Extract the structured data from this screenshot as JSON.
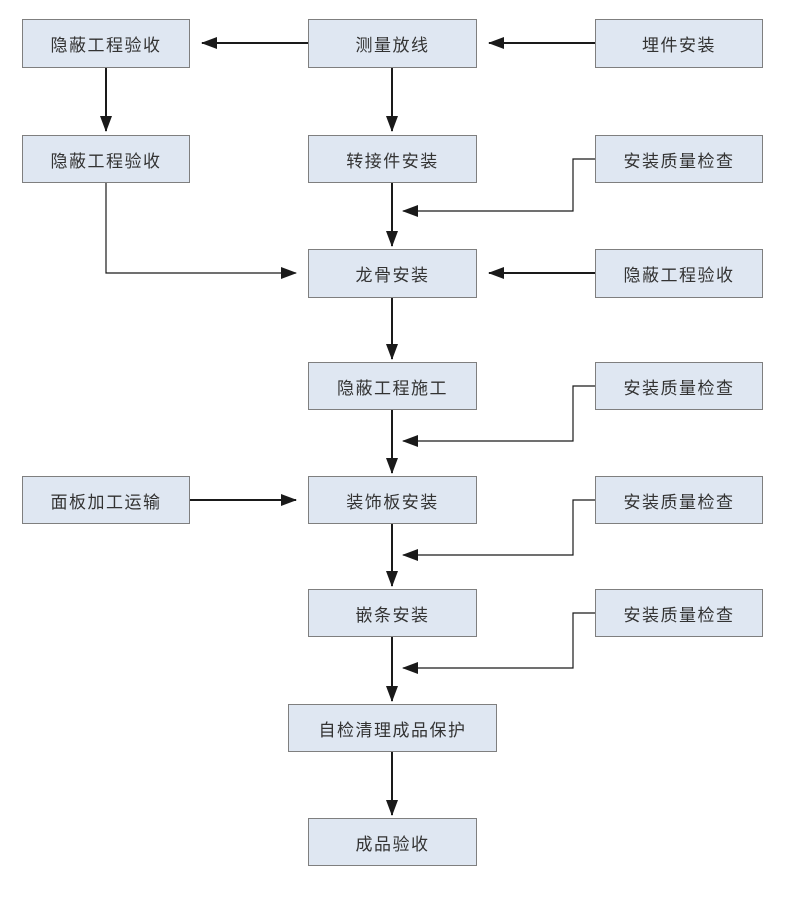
{
  "diagram": {
    "type": "flowchart",
    "background": "#ffffff",
    "colors": {
      "node_fill": "#dfe7f2",
      "node_border": "#7f7f7f",
      "arrow": "#1a1a1a",
      "text": "#333333"
    },
    "nodes": [
      {
        "id": "n1",
        "label": "隐蔽工程验收"
      },
      {
        "id": "n2",
        "label": "测量放线"
      },
      {
        "id": "n3",
        "label": "埋件安装"
      },
      {
        "id": "n4",
        "label": "隐蔽工程验收"
      },
      {
        "id": "n5",
        "label": "转接件安装"
      },
      {
        "id": "n6",
        "label": "安装质量检查"
      },
      {
        "id": "n7",
        "label": "龙骨安装"
      },
      {
        "id": "n8",
        "label": "隐蔽工程验收"
      },
      {
        "id": "n9",
        "label": "隐蔽工程施工"
      },
      {
        "id": "n10",
        "label": "安装质量检查"
      },
      {
        "id": "n11",
        "label": "面板加工运输"
      },
      {
        "id": "n12",
        "label": "装饰板安装"
      },
      {
        "id": "n13",
        "label": "安装质量检查"
      },
      {
        "id": "n14",
        "label": "嵌条安装"
      },
      {
        "id": "n15",
        "label": "安装质量检查"
      },
      {
        "id": "n16",
        "label": "自检清理成品保护"
      },
      {
        "id": "n17",
        "label": "成品验收"
      }
    ],
    "edges": [
      {
        "from": "n3",
        "to": "n2",
        "type": "straight"
      },
      {
        "from": "n2",
        "to": "n1",
        "type": "straight"
      },
      {
        "from": "n1",
        "to": "n4",
        "type": "straight"
      },
      {
        "from": "n2",
        "to": "n5",
        "type": "straight"
      },
      {
        "from": "n5",
        "to": "n7",
        "type": "straight"
      },
      {
        "from": "n6",
        "to": "n7",
        "type": "elbow"
      },
      {
        "from": "n4",
        "to": "n7",
        "type": "elbow"
      },
      {
        "from": "n8",
        "to": "n7",
        "type": "straight"
      },
      {
        "from": "n7",
        "to": "n9",
        "type": "straight"
      },
      {
        "from": "n10",
        "to": "n12",
        "type": "elbow"
      },
      {
        "from": "n9",
        "to": "n12",
        "type": "straight"
      },
      {
        "from": "n11",
        "to": "n12",
        "type": "straight"
      },
      {
        "from": "n12",
        "to": "n14",
        "type": "straight"
      },
      {
        "from": "n13",
        "to": "n14",
        "type": "elbow"
      },
      {
        "from": "n14",
        "to": "n16",
        "type": "straight"
      },
      {
        "from": "n15",
        "to": "n16",
        "type": "elbow"
      },
      {
        "from": "n16",
        "to": "n17",
        "type": "straight"
      }
    ]
  }
}
